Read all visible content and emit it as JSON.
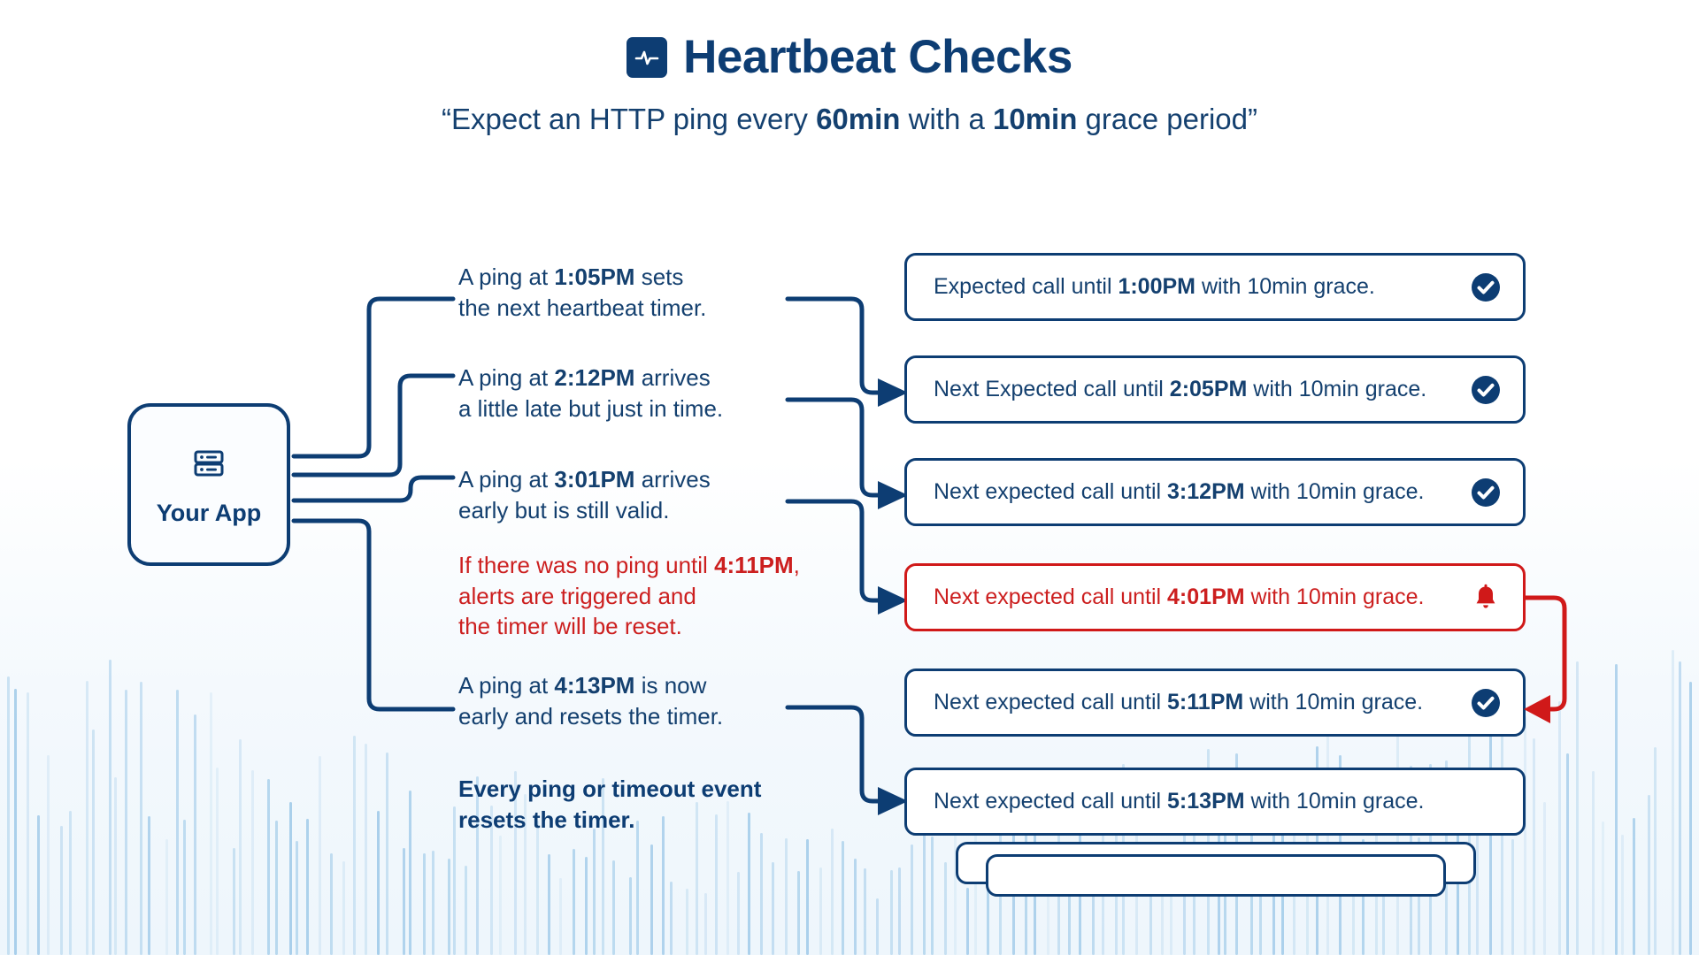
{
  "colors": {
    "navy": "#0d3d73",
    "navy_text": "#14406f",
    "red": "#d01919",
    "red_text": "#cc1f1f",
    "card_bg": "#ffffff",
    "page_bg": "#ffffff",
    "bar_blue": "#7cb6e0"
  },
  "header": {
    "icon": "heartbeat-pulse-icon",
    "title": "Heartbeat Checks",
    "subtitle_prefix": "“Expect an HTTP ping every ",
    "subtitle_interval": "60min",
    "subtitle_middle": " with a ",
    "subtitle_grace": "10min",
    "subtitle_suffix": " grace period”"
  },
  "app_node": {
    "icon": "server-icon",
    "label": "Your App"
  },
  "events": [
    {
      "id": "ping-1",
      "style": "normal",
      "line1_prefix": "A ping at ",
      "line1_time": "1:05PM",
      "line1_suffix": " sets",
      "line2": "the next heartbeat timer.",
      "line3": ""
    },
    {
      "id": "ping-2",
      "style": "normal",
      "line1_prefix": "A ping at ",
      "line1_time": "2:12PM",
      "line1_suffix": " arrives",
      "line2": "a little late but just in time.",
      "line3": ""
    },
    {
      "id": "ping-3",
      "style": "normal",
      "line1_prefix": " A ping at ",
      "line1_time": "3:01PM",
      "line1_suffix": " arrives",
      "line2": " early but is still valid.",
      "line3": ""
    },
    {
      "id": "timeout-alert",
      "style": "alert",
      "line1_prefix": "If there was no ping until ",
      "line1_time": "4:11PM",
      "line1_suffix": ",",
      "line2": "alerts are triggered and",
      "line3": "the timer will be reset."
    },
    {
      "id": "ping-4",
      "style": "normal",
      "line1_prefix": "A ping at ",
      "line1_time": "4:13PM",
      "line1_suffix": " is now",
      "line2": "early and resets the timer.",
      "line3": ""
    },
    {
      "id": "summary",
      "style": "emphasis",
      "line1_prefix": "",
      "line1_time": "",
      "line1_suffix": "Every ping or timeout event",
      "line2": "resets the timer.",
      "line3": ""
    }
  ],
  "cards": [
    {
      "id": "card-1",
      "style": "normal",
      "prefix": "Expected call until ",
      "time": "1:00PM",
      "suffix": " with 10min grace.",
      "icon": "check-circle-icon"
    },
    {
      "id": "card-2",
      "style": "normal",
      "prefix": "Next Expected call until ",
      "time": "2:05PM",
      "suffix": " with 10min grace.",
      "icon": "check-circle-icon"
    },
    {
      "id": "card-3",
      "style": "normal",
      "prefix": "Next expected call until ",
      "time": "3:12PM",
      "suffix": " with 10min grace.",
      "icon": "check-circle-icon"
    },
    {
      "id": "card-4",
      "style": "alert",
      "prefix": "Next expected call until ",
      "time": "4:01PM",
      "suffix": " with 10min grace.",
      "icon": "bell-icon"
    },
    {
      "id": "card-5",
      "style": "normal",
      "prefix": "Next expected call until ",
      "time": "5:11PM",
      "suffix": " with 10min grace.",
      "icon": "check-circle-icon"
    },
    {
      "id": "card-6",
      "style": "normal",
      "prefix": "Next expected call until ",
      "time": "5:13PM",
      "suffix": " with 10min grace.",
      "icon": "none"
    }
  ],
  "connectors": {
    "app_to_events": "branch-tree-navy",
    "events_to_cards": "arrow-navy",
    "alert_loop": "red-loop-arrow"
  }
}
